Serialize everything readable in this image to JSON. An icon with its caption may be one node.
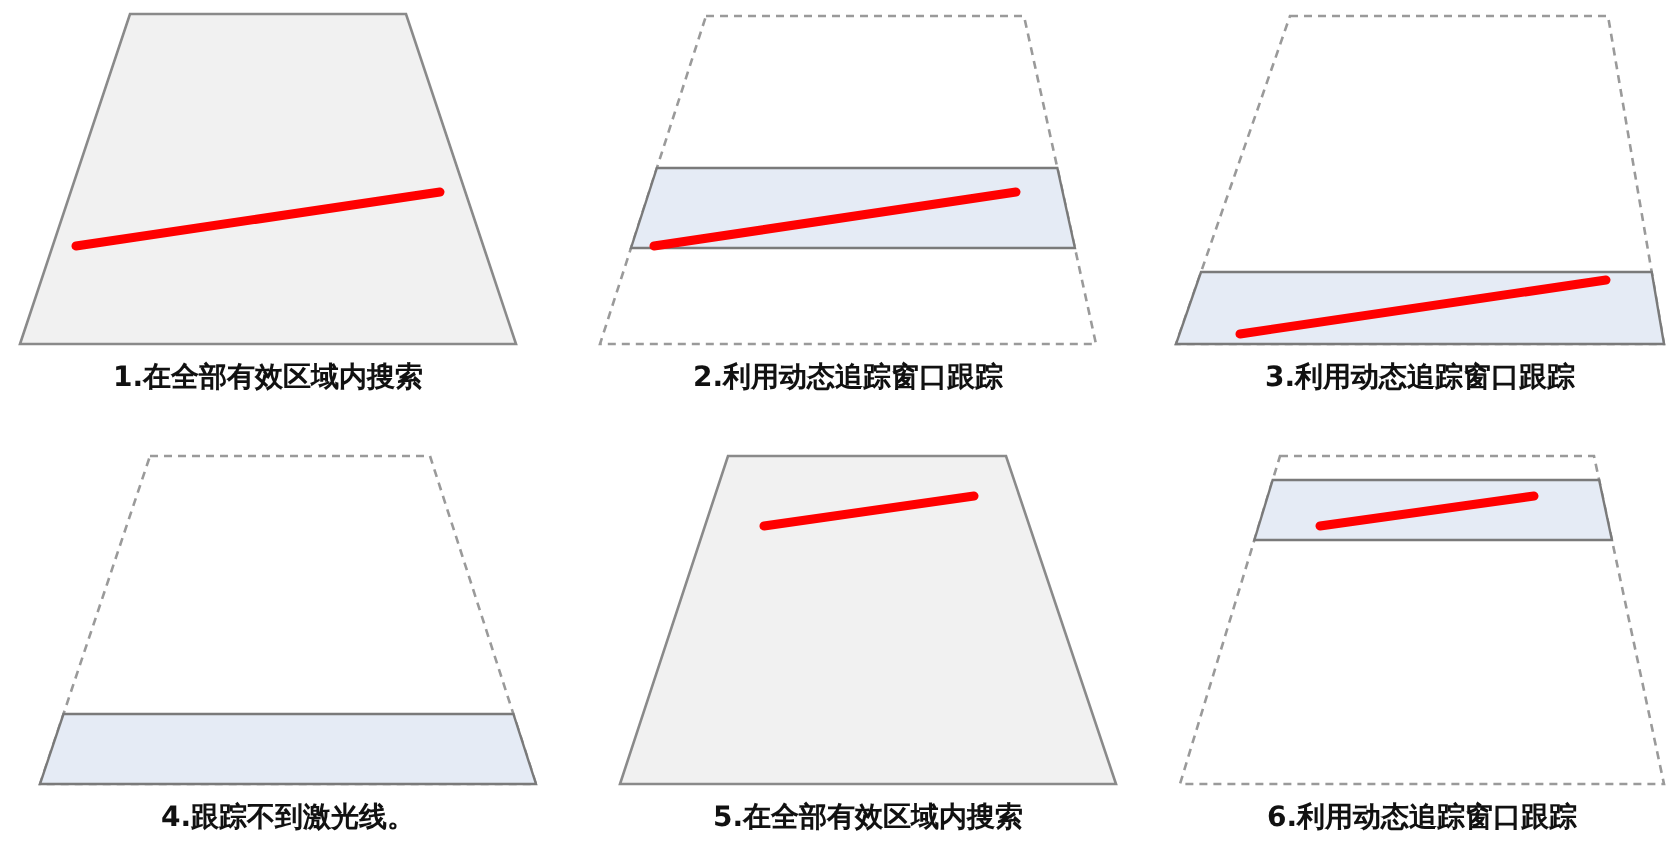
{
  "diagram": {
    "labels": [
      "1.在全部有效区域内搜索",
      "2.利用动态追踪窗口跟踪",
      "3.利用动态追踪窗口跟踪",
      "4.跟踪不到激光线。",
      "5.在全部有效区域内搜索",
      "6.利用动态追踪窗口跟踪"
    ]
  }
}
